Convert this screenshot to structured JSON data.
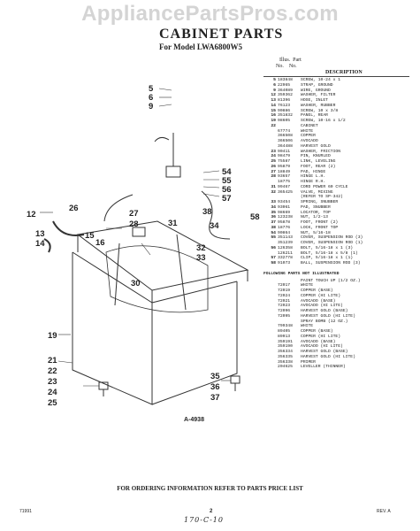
{
  "watermark": "AppliancePartsPros.com",
  "title": "CABINET PARTS",
  "subtitle": "For Model LWA6800W5",
  "table_header": {
    "col1": "Illus.",
    "col2": "Part",
    "col3": "No.",
    "col4": "No.",
    "col5": "DESCRIPTION"
  },
  "parts": [
    [
      "5",
      "183848",
      "SCREW, 10-24 x 1"
    ],
    [
      "6",
      "22965",
      "STRAP, GROUND"
    ],
    [
      "9",
      "364089",
      "WIRE, GROUND"
    ],
    [
      "12",
      "359362",
      "WASHER, FILTER"
    ],
    [
      "13",
      "81396",
      "HOSE, INLET"
    ],
    [
      "14",
      "76123",
      "WASHER, RUBBER"
    ],
    [
      "15",
      "90886",
      "SCREW, 10 x 3/8"
    ],
    [
      "16",
      "351832",
      "PANEL, REAR"
    ],
    [
      "19",
      "98605",
      "SCREW, 10-16 x 1/2"
    ],
    [
      "22",
      "",
      "CABINET"
    ],
    [
      "",
      "67774",
      "WHITE"
    ],
    [
      "",
      "366508",
      "COPPER"
    ],
    [
      "",
      "366506",
      "AVOCADO"
    ],
    [
      "",
      "364488",
      "HARVEST GOLD"
    ],
    [
      "23",
      "90411",
      "WASHER, FRICTION"
    ],
    [
      "24",
      "98479",
      "PIN, KNURLED"
    ],
    [
      "25",
      "75587",
      "LINK, LEVELING"
    ],
    [
      "26",
      "95879",
      "FOOT, REAR (2)"
    ],
    [
      "27",
      "18849",
      "PAD, HINGE"
    ],
    [
      "28",
      "93657",
      "HINGE L.H."
    ],
    [
      "",
      "18775",
      "HINGE R.H."
    ],
    [
      "31",
      "99467",
      "CORD POWER 60 CYCLE"
    ],
    [
      "32",
      "365425",
      "VALVE, MIXING"
    ],
    [
      "",
      "",
      "(REFER TO SP-342)"
    ],
    [
      "33",
      "93454",
      "SPRING, SNUBBER"
    ],
    [
      "34",
      "93061",
      "PAD, SNUBBER"
    ],
    [
      "35",
      "98669",
      "LOCATOR, TOP"
    ],
    [
      "36",
      "123238",
      "NUT, 1/2-13"
    ],
    [
      "37",
      "95878",
      "FOOT, FRONT (2)"
    ],
    [
      "38",
      "18776",
      "LOCK, FRONT TOP"
    ],
    [
      "54",
      "90864",
      "NUT, 5/16-18"
    ],
    [
      "55",
      "351143",
      "COVER, SUSPENSION ROD (3)"
    ],
    [
      "",
      "351239",
      "COVER, SUSPENSION ROD (1)"
    ],
    [
      "56",
      "126358",
      "BOLT, 5/16-18 x 1 (3)"
    ],
    [
      "",
      "126211",
      "BOLT, 5/16-18 x 5/8 (1)"
    ],
    [
      "57",
      "332778",
      "CLIP, 5/16-18 x 1 (1)"
    ],
    [
      "58",
      "91073",
      "BALL, SUSPENSION ROD (3)"
    ]
  ],
  "not_illustrated_heading": "FOLLOWING PARTS NOT ILLUSTRATED",
  "not_illustrated": [
    [
      "",
      "",
      "PAINT TOUCH UP (1/2 OZ.)"
    ],
    [
      "",
      "72017",
      "WHITE"
    ],
    [
      "",
      "72019",
      "COPPER (BASE)"
    ],
    [
      "",
      "72024",
      "COPPER (HI LITE)"
    ],
    [
      "",
      "72021",
      "AVOCADO (BASE)"
    ],
    [
      "",
      "72023",
      "AVOCADO (HI LITE)"
    ],
    [
      "",
      "72096",
      "HARVEST GOLD (BASE)"
    ],
    [
      "",
      "72095",
      "HARVEST GOLD (HI LITE)"
    ],
    [
      "",
      "",
      "SPRAY BOMB (12 OZ.)"
    ],
    [
      "",
      "799348",
      "WHITE"
    ],
    [
      "",
      "89405",
      "COPPER (BASE)"
    ],
    [
      "",
      "89913",
      "COPPER (HI LITE)"
    ],
    [
      "",
      "359191",
      "AVOCADO (BASE)"
    ],
    [
      "",
      "359190",
      "AVOCADO (HI LITE)"
    ],
    [
      "",
      "356334",
      "HARVEST GOLD (BASE)"
    ],
    [
      "",
      "356335",
      "HARVEST GOLD (HI LITE)"
    ],
    [
      "",
      "356338",
      "PRIMER"
    ],
    [
      "",
      "204625",
      "LEVELLER (THINNER)"
    ]
  ],
  "callouts": [
    "5",
    "6",
    "9",
    "54",
    "55",
    "56",
    "57",
    "38",
    "12",
    "27",
    "26",
    "28",
    "31",
    "34",
    "58",
    "13",
    "14",
    "15",
    "16",
    "32",
    "33",
    "30",
    "19",
    "21",
    "22",
    "23",
    "24",
    "25",
    "35",
    "36",
    "37"
  ],
  "diagram_code": "A-4938",
  "footer": "FOR ORDERING INFORMATION REFER TO PARTS PRICE LIST",
  "corner_left": "71991",
  "page_number": "2",
  "corner_right": "REV. A",
  "handwritten": "170-C-10"
}
